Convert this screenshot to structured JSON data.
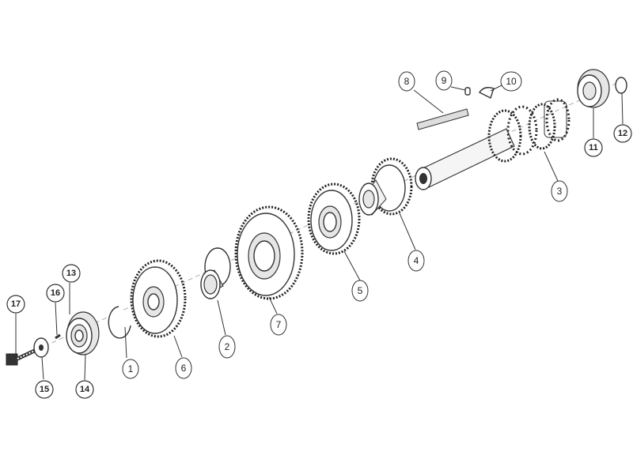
{
  "diagram": {
    "parts": [
      {
        "key": "p1",
        "label": "1"
      },
      {
        "key": "p2",
        "label": "2"
      },
      {
        "key": "p3",
        "label": "3"
      },
      {
        "key": "p4",
        "label": "4"
      },
      {
        "key": "p5",
        "label": "5"
      },
      {
        "key": "p6",
        "label": "6"
      },
      {
        "key": "p7",
        "label": "7"
      },
      {
        "key": "p8",
        "label": "8"
      },
      {
        "key": "p9",
        "label": "9"
      },
      {
        "key": "p10",
        "label": "10"
      },
      {
        "key": "p11",
        "label": "11"
      },
      {
        "key": "p12",
        "label": "12"
      },
      {
        "key": "p13",
        "label": "13"
      },
      {
        "key": "p14",
        "label": "14"
      },
      {
        "key": "p15",
        "label": "15"
      },
      {
        "key": "p16",
        "label": "16"
      },
      {
        "key": "p17",
        "label": "17"
      }
    ]
  }
}
